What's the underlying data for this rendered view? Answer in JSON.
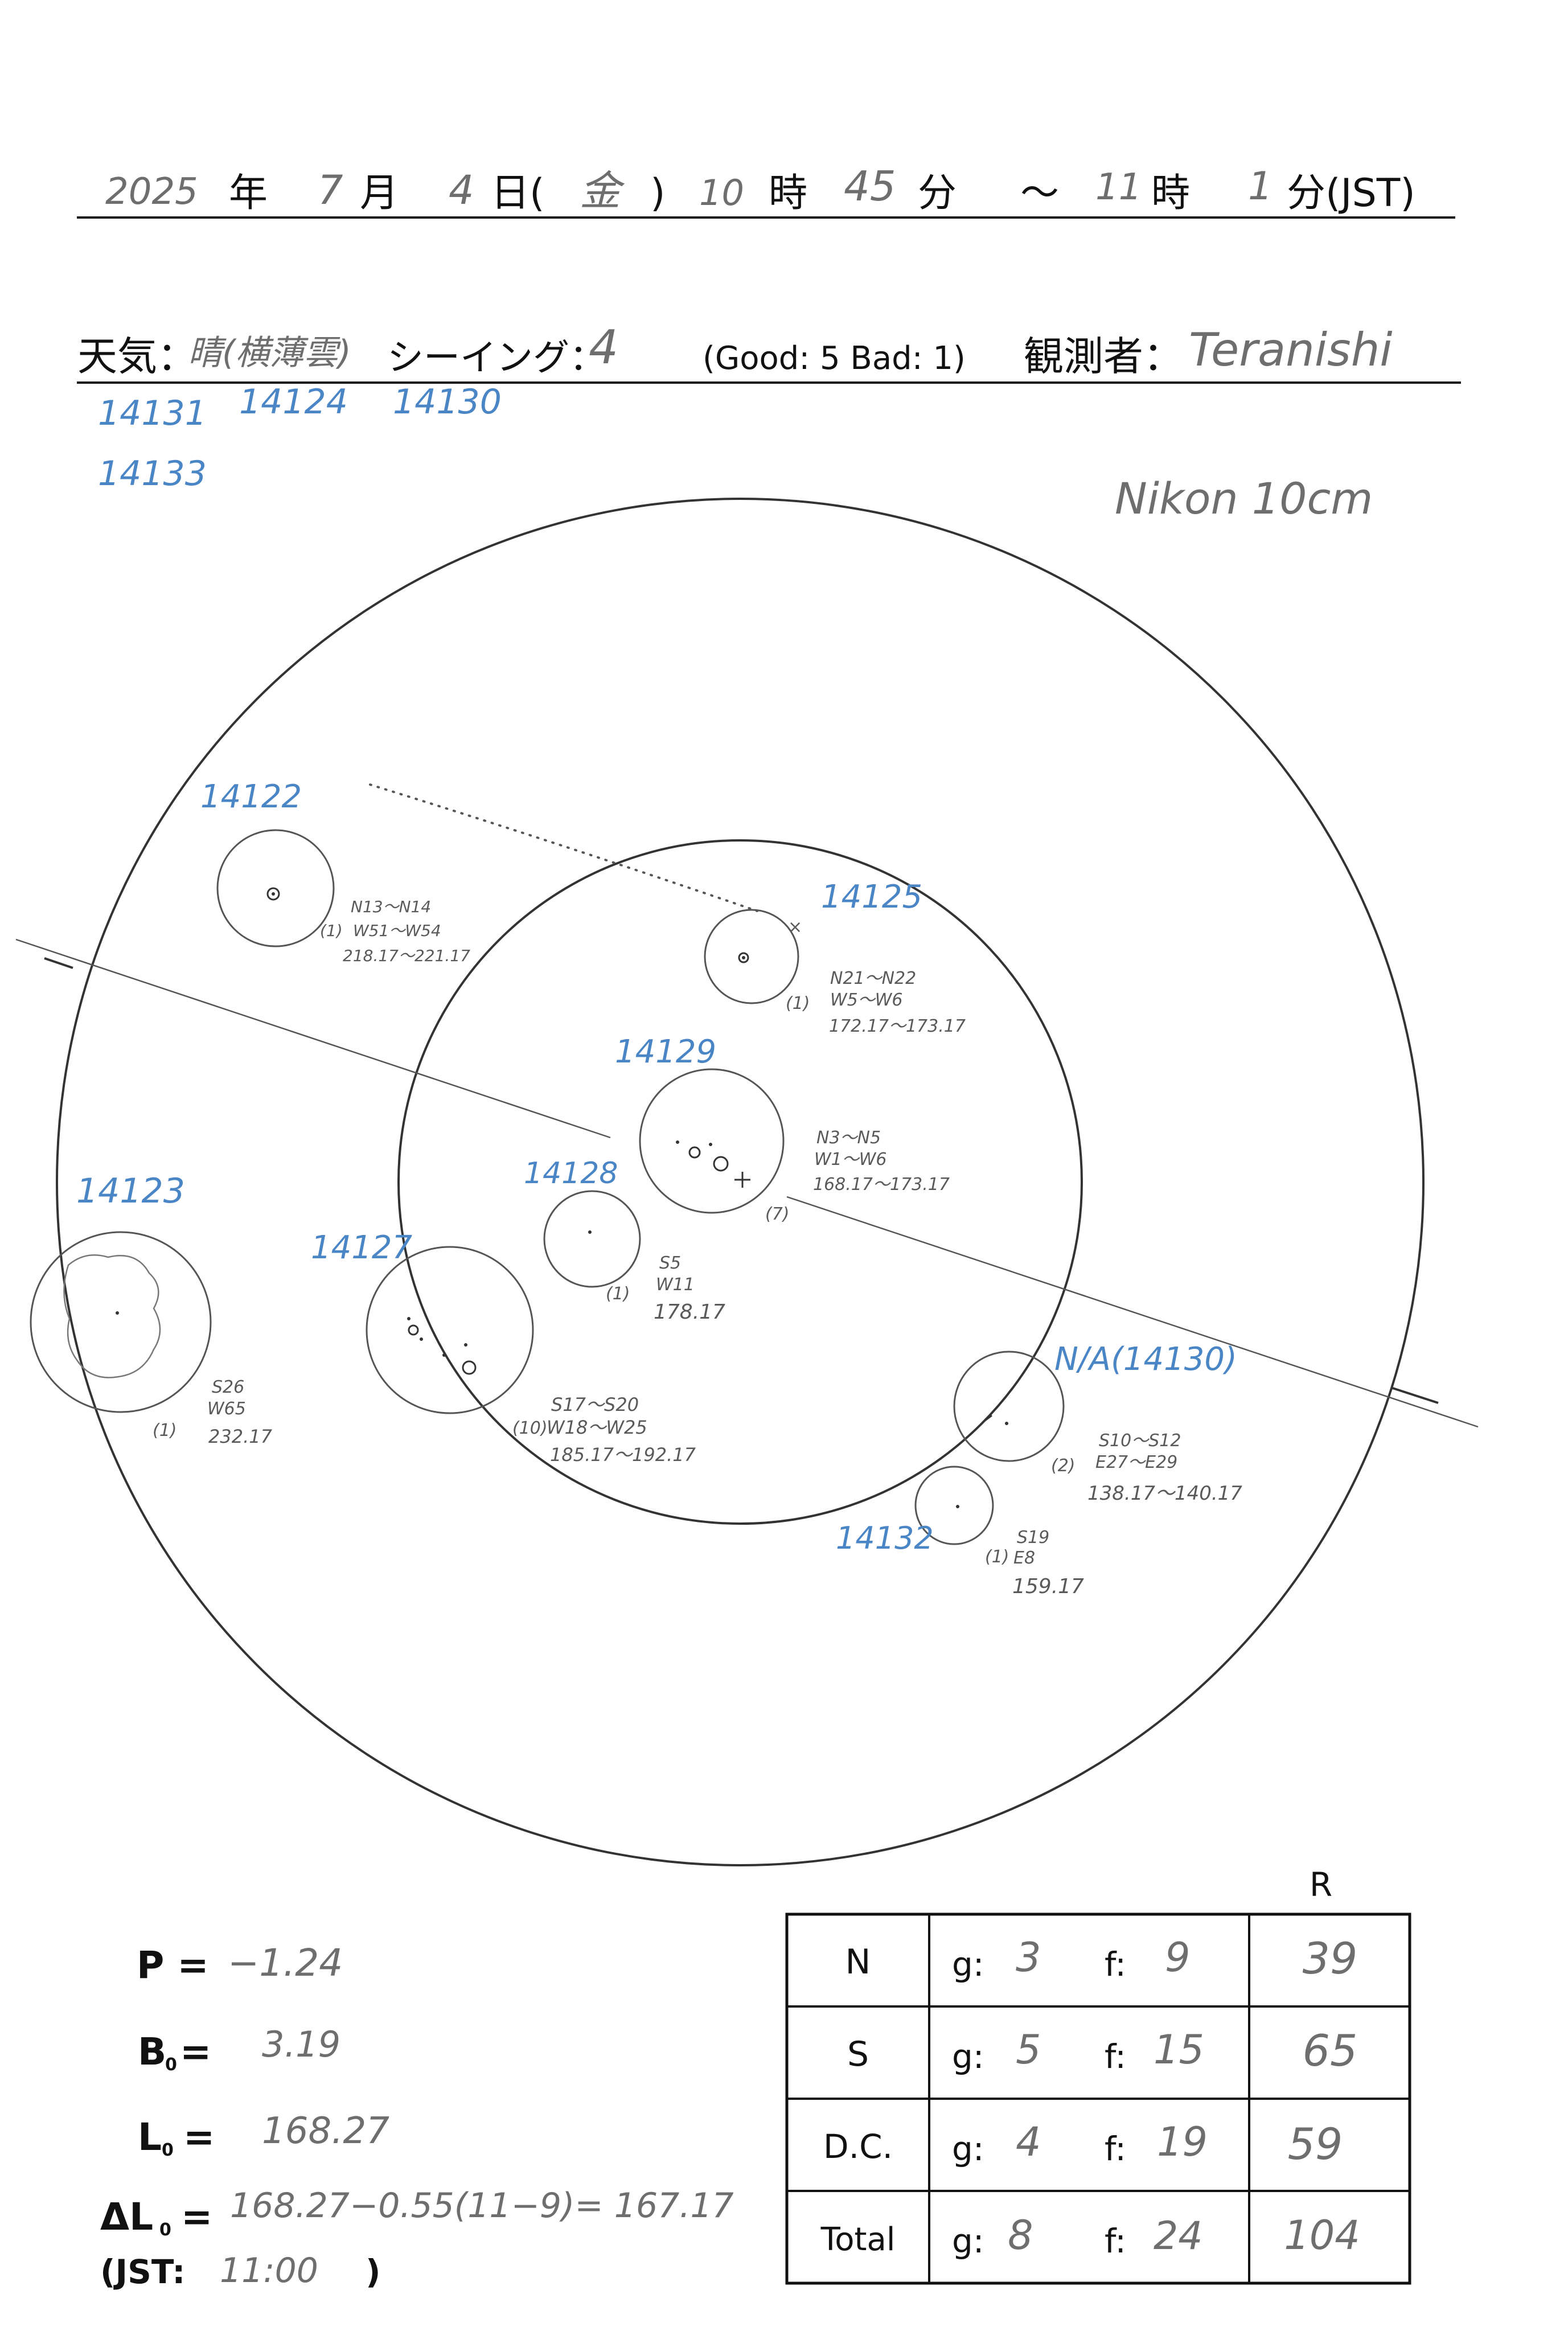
{
  "header": {
    "year": "2025",
    "year_label": "年",
    "month": "7",
    "month_label": "月",
    "day": "4",
    "day_label": "日(",
    "weekday": "金",
    "weekday_close": ")",
    "start_hour": "10",
    "hour_label": "時",
    "start_minute": "45",
    "minute_label": "分",
    "tilde": "～",
    "end_hour": "11",
    "end_minute": "1",
    "end_minute_label": "分(JST)"
  },
  "conditions": {
    "weather_label": "天気：",
    "weather_value": "晴(横薄雲)",
    "seeing_label": "シーイング：",
    "seeing_value": "4",
    "scale_note": "(Good: 5  Bad: 1)",
    "observer_label": "観測者：",
    "observer_value": "Teranishi"
  },
  "listed_regions": [
    "14131",
    "14124",
    "14130",
    "14133"
  ],
  "instrument": "Nikon 10cm",
  "sunspots": [
    {
      "region": "14122",
      "lat": "N13～N14",
      "count": "(1)",
      "lon": "W51～W54",
      "L": "218.17～221.17"
    },
    {
      "region": "14125",
      "lat": "N21～N22",
      "count": "(1)",
      "lon": "W5～W6",
      "L": "172.17～173.17"
    },
    {
      "region": "14129",
      "lat": "N3～N5",
      "count": "(7)",
      "lon": "W1～W6",
      "L": "168.17～173.17"
    },
    {
      "region": "14128",
      "lat": "S5",
      "count": "(1)",
      "lon": "W11",
      "L": "178.17"
    },
    {
      "region": "14123",
      "lat": "S26",
      "count": "(1)",
      "lon": "W65",
      "L": "232.17"
    },
    {
      "region": "14127",
      "lat": "S17～S20",
      "count": "(10)",
      "lon": "W18～W25",
      "L": "185.17～192.17"
    },
    {
      "region": "N/A(14130)",
      "lat": "S10～S12",
      "count": "(2)",
      "lon": "E27～E29",
      "L": "138.17～140.17"
    },
    {
      "region": "14132",
      "lat": "S19",
      "count": "(1)",
      "lon": "E8",
      "L": "159.17"
    }
  ],
  "params": {
    "p_label": "P =",
    "p_value": "−1.24",
    "b0_label": "B",
    "b0_sub": "0",
    "b0_eq": "=",
    "b0_value": "3.19",
    "l0_label": "L",
    "l0_sub": "0",
    "l0_eq": "=",
    "l0_value": "168.27",
    "dl0_label": "ΔL",
    "dl0_sub": "0",
    "dl0_eq": "=",
    "dl0_value": "168.27−0.55(11−9)= 167.17",
    "jst_label": "(JST:",
    "jst_value": "11:00",
    "jst_close": ")"
  },
  "counts_table": {
    "r_header": "R",
    "g_label": "g:",
    "f_label": "f:",
    "rows": [
      {
        "name": "N",
        "g": "3",
        "f": "9",
        "r": "39"
      },
      {
        "name": "S",
        "g": "5",
        "f": "15",
        "r": "65"
      },
      {
        "name": "D.C.",
        "g": "4",
        "f": "19",
        "r": "59"
      },
      {
        "name": "Total",
        "g": "8",
        "f": "24",
        "r": "104"
      }
    ]
  }
}
